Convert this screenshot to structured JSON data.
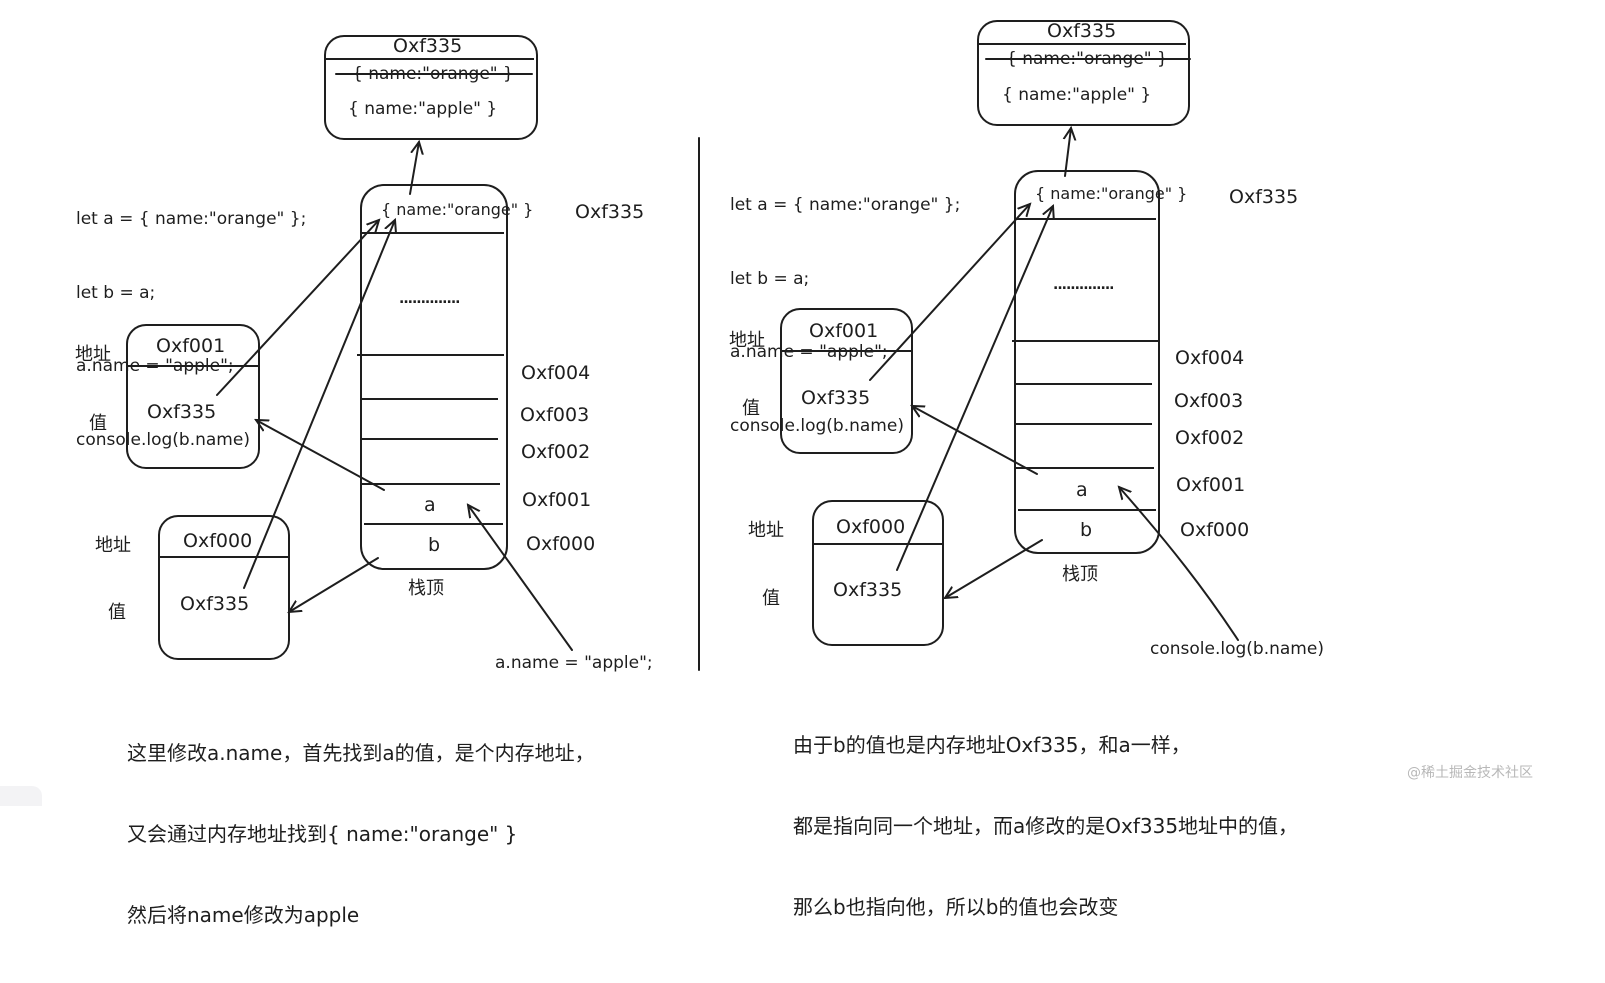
{
  "left": {
    "heap": {
      "addr": "Oxf335",
      "old_value": "{ name:\"orange\" }",
      "new_value": "{ name:\"apple\" }"
    },
    "code": [
      "let a = { name:\"orange\" };",
      "let b = a;",
      "a.name = \"apple\";",
      "console.log(b.name)"
    ],
    "stack": {
      "top_value": "{ name:\"orange\" }",
      "top_addr": "Oxf335",
      "dots": "..............",
      "addrs": [
        "Oxf004",
        "Oxf003",
        "Oxf002",
        "Oxf001",
        "Oxf000"
      ],
      "var_a": "a",
      "var_b": "b",
      "label": "栈顶"
    },
    "var_a_box": {
      "addr_label": "地址",
      "value_label": "值",
      "addr": "Oxf001",
      "value": "Oxf335"
    },
    "var_b_box": {
      "addr_label": "地址",
      "value_label": "值",
      "addr": "Oxf000",
      "value": "Oxf335"
    },
    "arrow_label": "a.name = \"apple\";",
    "caption": [
      "这里修改a.name，首先找到a的值，是个内存地址，",
      "又会通过内存地址找到{ name:\"orange\" }",
      "然后将name修改为apple"
    ]
  },
  "right": {
    "heap": {
      "addr": "Oxf335",
      "old_value": "{ name:\"orange\" }",
      "new_value": "{ name:\"apple\" }"
    },
    "code": [
      "let a = { name:\"orange\" };",
      "let b = a;",
      "a.name = \"apple\";",
      "console.log(b.name)"
    ],
    "stack": {
      "top_value": "{ name:\"orange\" }",
      "top_addr": "Oxf335",
      "dots": "..............",
      "addrs": [
        "Oxf004",
        "Oxf003",
        "Oxf002",
        "Oxf001",
        "Oxf000"
      ],
      "var_a": "a",
      "var_b": "b",
      "label": "栈顶"
    },
    "var_a_box": {
      "addr_label": "地址",
      "value_label": "值",
      "addr": "Oxf001",
      "value": "Oxf335"
    },
    "var_b_box": {
      "addr_label": "地址",
      "value_label": "值",
      "addr": "Oxf000",
      "value": "Oxf335"
    },
    "arrow_label": "console.log(b.name)",
    "caption": [
      "由于b的值也是内存地址Oxf335，和a一样，",
      "都是指向同一个地址，而a修改的是Oxf335地址中的值，",
      "那么b也指向他，所以b的值也会改变"
    ]
  },
  "watermark": "@稀土掘金技术社区",
  "colors": {
    "ink": "#1e1e1e",
    "watermark": "#b8b8b8"
  }
}
